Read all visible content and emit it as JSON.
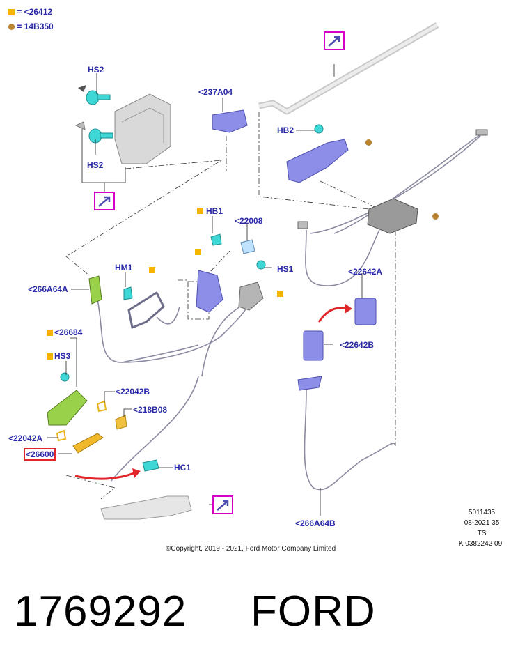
{
  "legend": [
    {
      "symbol": "yellow-square",
      "text": "= <26412"
    },
    {
      "symbol": "brown-dot",
      "text": "= 14B350"
    }
  ],
  "callouts": {
    "hs2_top": "HS2",
    "hs2_bottom": "HS2",
    "c237a04": "<237A04",
    "hb2": "HB2",
    "hb1": "HB1",
    "c22008": "<22008",
    "hs1": "HS1",
    "hm1": "HM1",
    "c266a64a": "<266A64A",
    "c22642a": "<22642A",
    "c22642b": "<22642B",
    "c26684": "<26684",
    "hs3": "HS3",
    "c22042b": "<22042B",
    "c218b08": "<218B08",
    "c22042a": "<22042A",
    "c26600": "<26600",
    "hc1": "HC1",
    "c266a64b": "<266A64B"
  },
  "drawing_info": {
    "line1": "5011435",
    "line2": "08-2021 35",
    "line3": "TS",
    "line4": "K 0382242 09"
  },
  "copyright": "©Copyright, 2019 - 2021, Ford Motor Company Limited",
  "part_number": "1769292",
  "brand": "FORD",
  "colors": {
    "label": "#2a2aa8",
    "legend_square": "#f5b400",
    "legend_dot": "#b8822e",
    "highlight_box": "#e0262b",
    "callout_box": "#d400c8",
    "arrow_red": "#e0262b"
  },
  "icons": [
    "view-arrow-icon",
    "view-arrow-icon",
    "view-arrow-icon"
  ]
}
